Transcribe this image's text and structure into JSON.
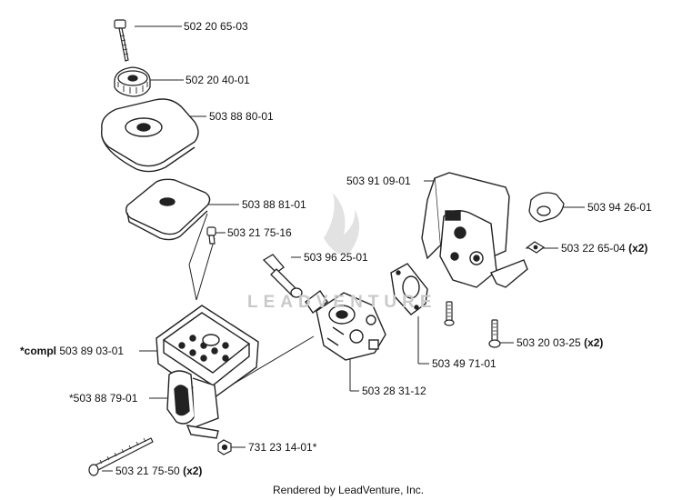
{
  "parts": [
    {
      "id": "502-20-65-03",
      "number": "502 20 65-03"
    },
    {
      "id": "502-20-40-01",
      "number": "502 20 40-01"
    },
    {
      "id": "503-88-80-01",
      "number": "503 88 80-01"
    },
    {
      "id": "503-88-81-01",
      "number": "503 88 81-01"
    },
    {
      "id": "503-21-75-16",
      "number": "503 21 75-16"
    },
    {
      "id": "503-96-25-01",
      "number": "503 96 25-01"
    },
    {
      "id": "503-91-09-01",
      "number": "503 91 09-01"
    },
    {
      "id": "503-94-26-01",
      "number": "503 94 26-01"
    },
    {
      "id": "503-22-65-04",
      "number": "503 22 65-04",
      "qty": "(x2)"
    },
    {
      "id": "503-20-03-25",
      "number": "503 20 03-25",
      "qty": "(x2)"
    },
    {
      "id": "503-49-71-01",
      "number": "503 49 71-01"
    },
    {
      "id": "503-28-31-12",
      "number": "503 28 31-12"
    },
    {
      "id": "compl-503-89-03-01",
      "prefix": "*compl",
      "number": "503 89 03-01"
    },
    {
      "id": "503-88-79-01",
      "number": "*503 88 79-01"
    },
    {
      "id": "731-23-14-01",
      "number": "731 23 14-01*"
    },
    {
      "id": "503-21-75-50",
      "number": "503 21 75-50",
      "qty": "(x2)"
    }
  ],
  "watermark": "LEADVENTURE",
  "footer": "Rendered by LeadVenture, Inc.",
  "colors": {
    "ink": "#111111",
    "watermark": "#c9c9c9",
    "background": "#ffffff"
  }
}
